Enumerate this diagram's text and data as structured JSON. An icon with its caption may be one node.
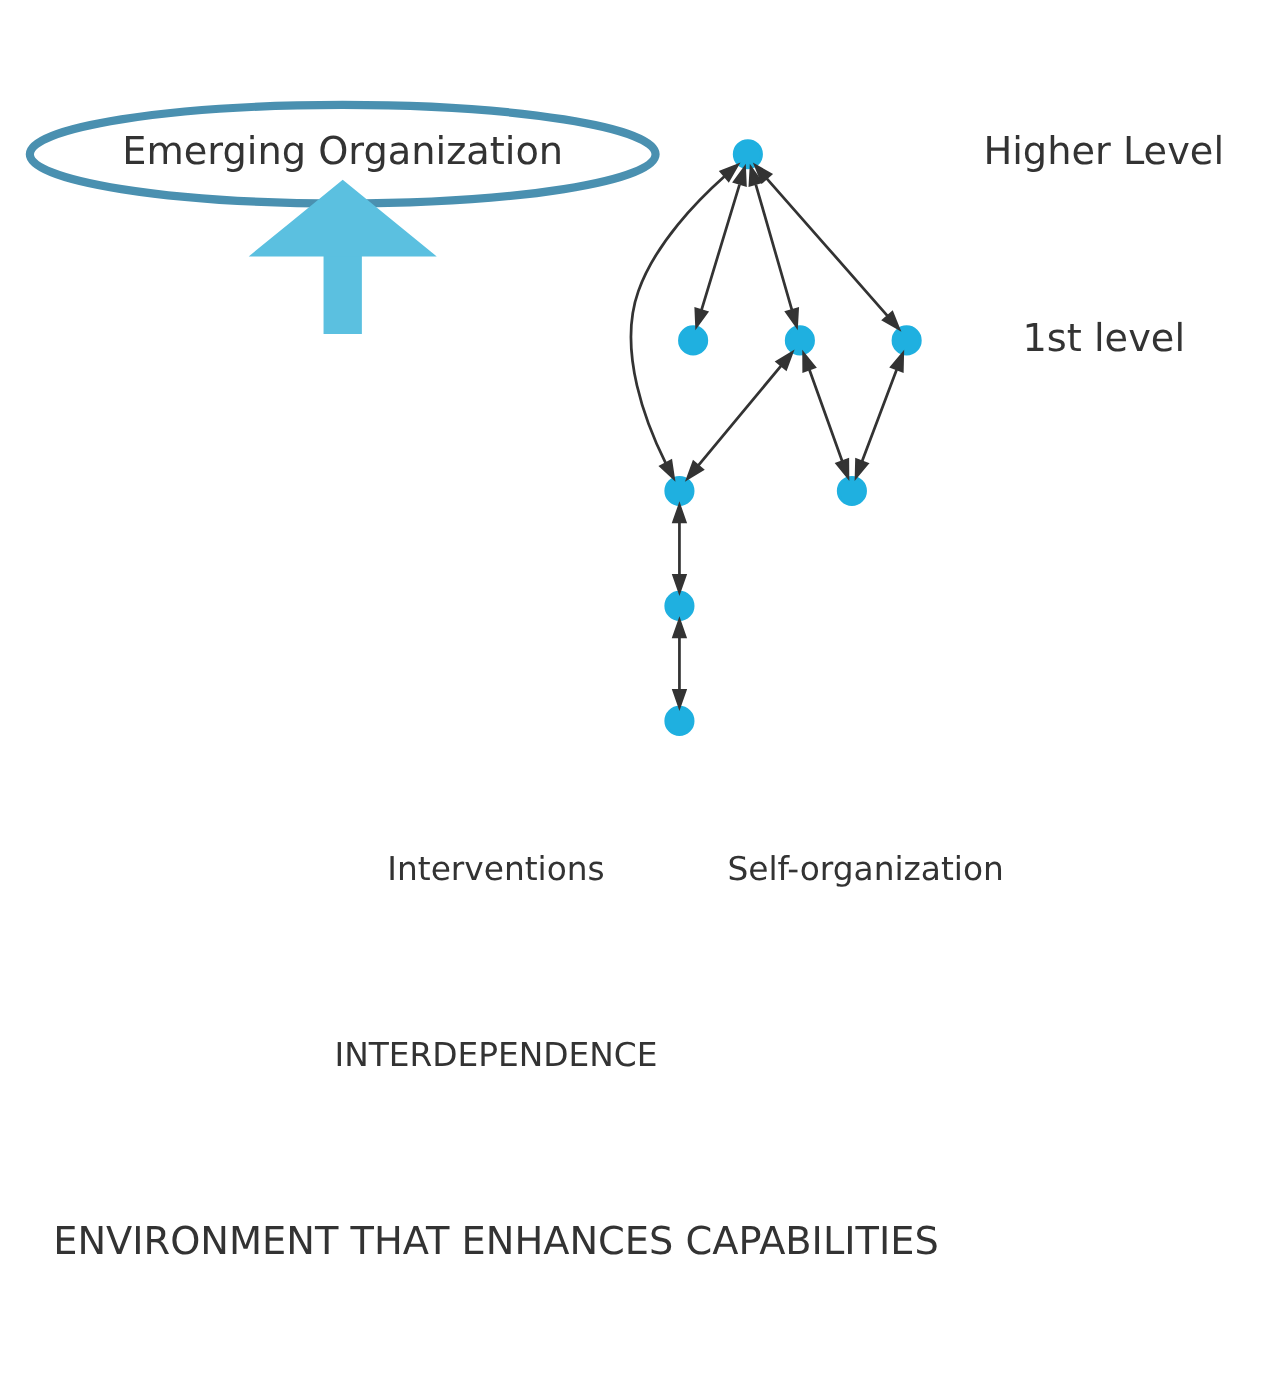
{
  "diagram": {
    "nodes": [
      {
        "text": [
          "Emerging Organization"
        ]
      },
      {
        "text": [],
        "shape": "circle"
      },
      {
        "text": [],
        "shape": "circle"
      },
      {
        "text": [],
        "shape": "circle"
      },
      {
        "text": [],
        "shape": "circle"
      },
      {
        "text": [],
        "shape": "circle"
      },
      {
        "text": [],
        "shape": "circle"
      },
      {
        "text": [],
        "shape": "circle"
      },
      {
        "text": [],
        "shape": "circle"
      }
    ],
    "edges": [
      {
        "from": null,
        "to": 0,
        "arrow": "to",
        "style": "thick",
        "color": "#5bc0e0"
      },
      {
        "from": 6,
        "to": 2,
        "arrow": "both"
      },
      {
        "from": 6,
        "to": 3,
        "arrow": "both"
      },
      {
        "from": 4,
        "to": 2,
        "arrow": "both"
      },
      {
        "from": 4,
        "to": 1,
        "arrow": "both"
      },
      {
        "from": 6,
        "to": 4,
        "arrow": "both"
      },
      {
        "from": 6,
        "to": 7,
        "arrow": "both"
      },
      {
        "from": 7,
        "to": 1,
        "arrow": "both"
      },
      {
        "from": 2,
        "to": 5,
        "arrow": "both"
      },
      {
        "from": 5,
        "to": 8,
        "arrow": "both"
      }
    ],
    "labels": [
      "Higher Level",
      "1st level",
      "Interventions",
      "Self-organization",
      "INTERDEPENDENCE",
      "ENVIRONMENT THAT ENHANCES CAPABILITIES"
    ]
  }
}
